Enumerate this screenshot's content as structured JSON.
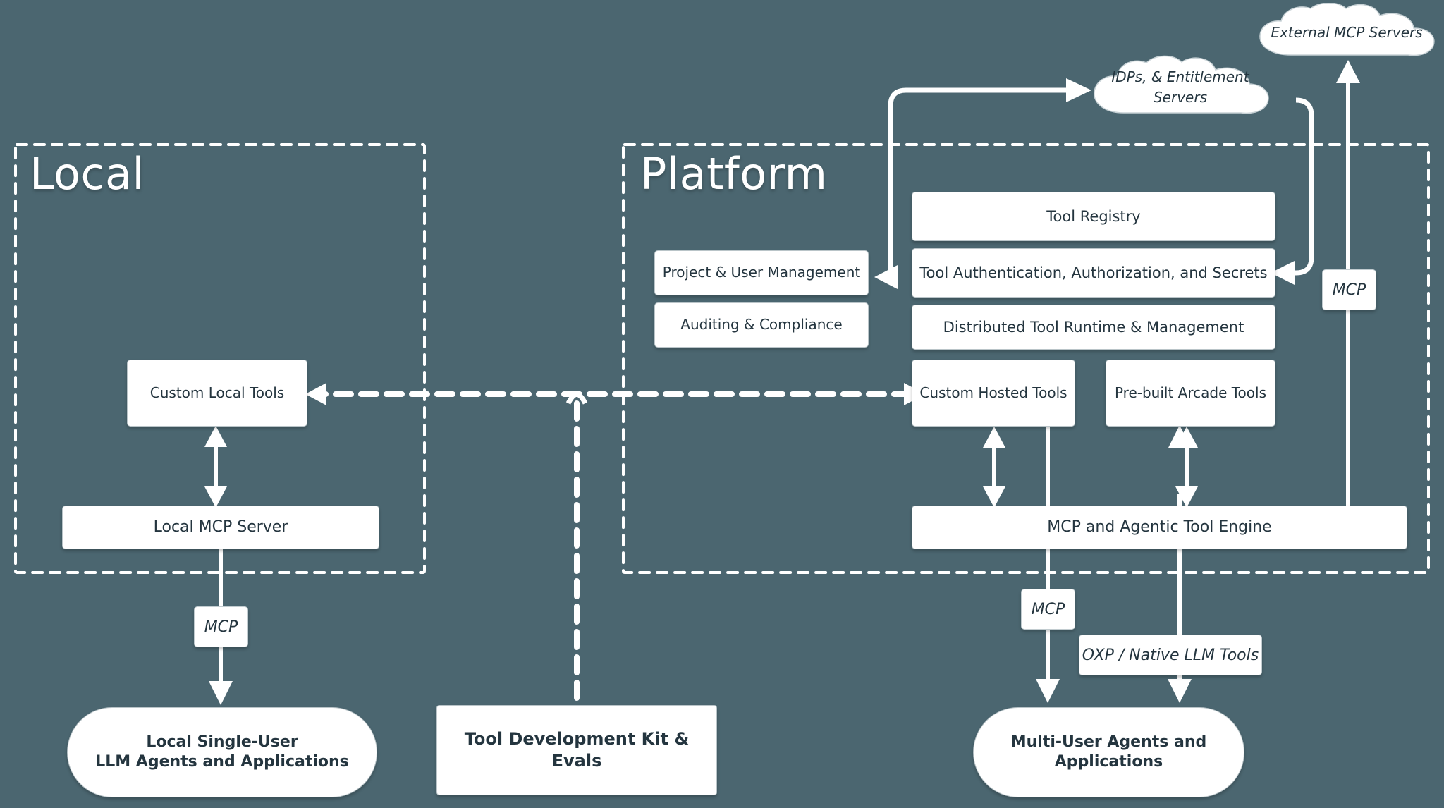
{
  "diagram": {
    "background_color": "#4B6670",
    "box_fill": "#FFFFFF",
    "text_color": "#24353F",
    "line_color": "#FFFFFF"
  },
  "zones": [
    {
      "name": "local",
      "title": "Local"
    },
    {
      "name": "platform",
      "title": "Platform"
    }
  ],
  "clouds": [
    {
      "name": "external-mcp-servers",
      "label": "External MCP Servers"
    },
    {
      "name": "idps-entitlement-servers",
      "label": "IDPs, & Entitlement Servers"
    }
  ],
  "local": {
    "custom_local_tools": "Custom Local Tools",
    "local_mcp_server": "Local MCP Server",
    "mcp_tag": "MCP",
    "agents": "Local Single-User\nLLM Agents and Applications",
    "agents_line1": "Local Single-User",
    "agents_line2": "LLM Agents and Applications"
  },
  "platform": {
    "project_user_management": "Project & User Management",
    "auditing_compliance": "Auditing & Compliance",
    "tool_registry": "Tool Registry",
    "tool_auth": "Tool Authentication, Authorization, and Secrets",
    "distributed_runtime": "Distributed Tool Runtime & Management",
    "custom_hosted_tools": "Custom Hosted Tools",
    "prebuilt_arcade_tools": "Pre-built Arcade Tools",
    "engine": "MCP and Agentic Tool Engine",
    "mcp_tag_bottom": "MCP",
    "mcp_tag_right": "MCP",
    "oxp_native": "OXP / Native LLM Tools",
    "agents_line1": "Multi-User Agents and",
    "agents_line2": "Applications"
  },
  "center": {
    "tdk": "Tool Development Kit & Evals"
  }
}
